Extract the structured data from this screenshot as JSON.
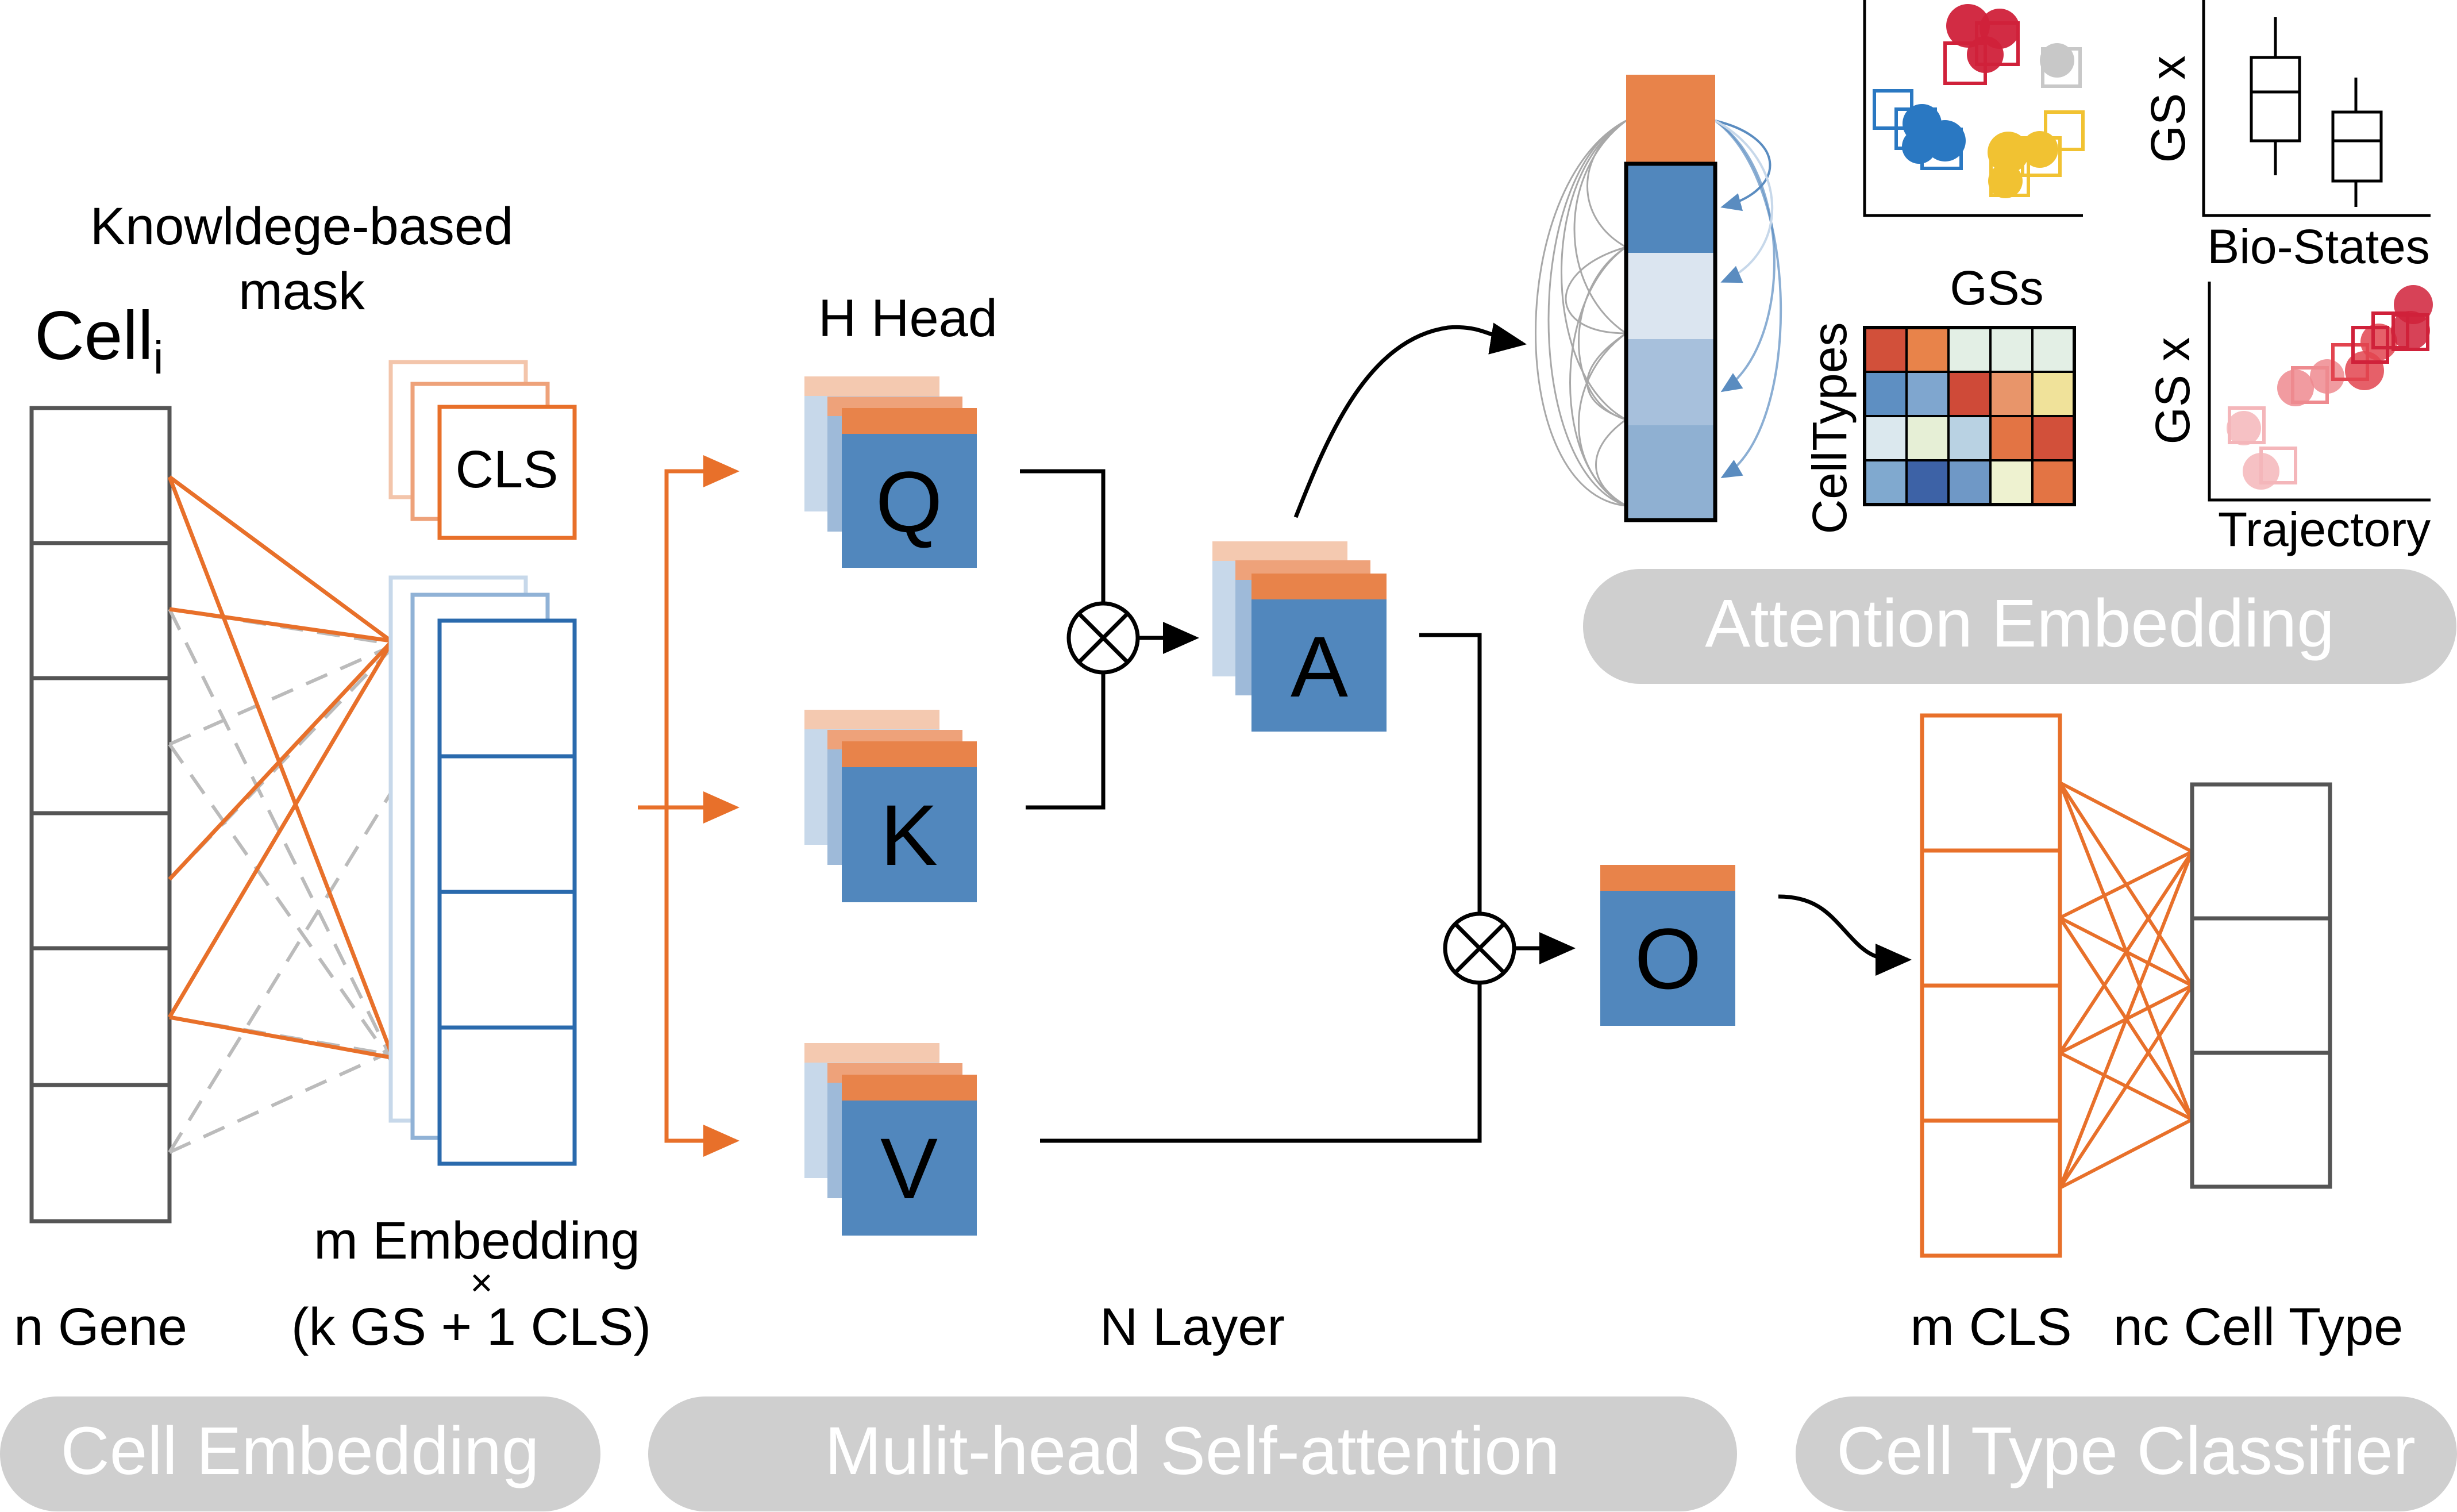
{
  "embedding": {
    "mask_label_line1": "Knowldege-based",
    "mask_label_line2": "mask",
    "cell_label": "Cell",
    "cell_sub": "i",
    "cls_label": "CLS",
    "m_embedding": "m Embedding",
    "times": "×",
    "k_gs": "(k GS + 1 CLS)",
    "n_gene": "n Gene"
  },
  "attention": {
    "h_head": "H Head",
    "q": "Q",
    "k": "K",
    "v": "V",
    "a": "A",
    "o": "O",
    "n_layer": "N Layer"
  },
  "attention_embedding": {
    "scatter_ylabel": "GS x",
    "box_xlabel": "Bio-States",
    "heat_xlabel": "GSs",
    "heat_ylabel": "CellTypes",
    "traj_ylabel": "GS x",
    "traj_xlabel": "Trajectory"
  },
  "classifier": {
    "m_cls": "m CLS",
    "nc_cell_type": "nc Cell Type"
  },
  "sections": {
    "cell_embedding": "Cell Embedding",
    "self_attention": "Mulit-head Self-attention",
    "cell_type_classifier": "Cell Type Classifier",
    "attention_embedding": "Attention Embedding"
  },
  "colors": {
    "orange": "#e8702a",
    "orange_fill": "#e8834a",
    "blue": "#2a6aad",
    "blue_fill": "#5187bd",
    "gray": "#555555",
    "pill": "#cfcfcf"
  }
}
